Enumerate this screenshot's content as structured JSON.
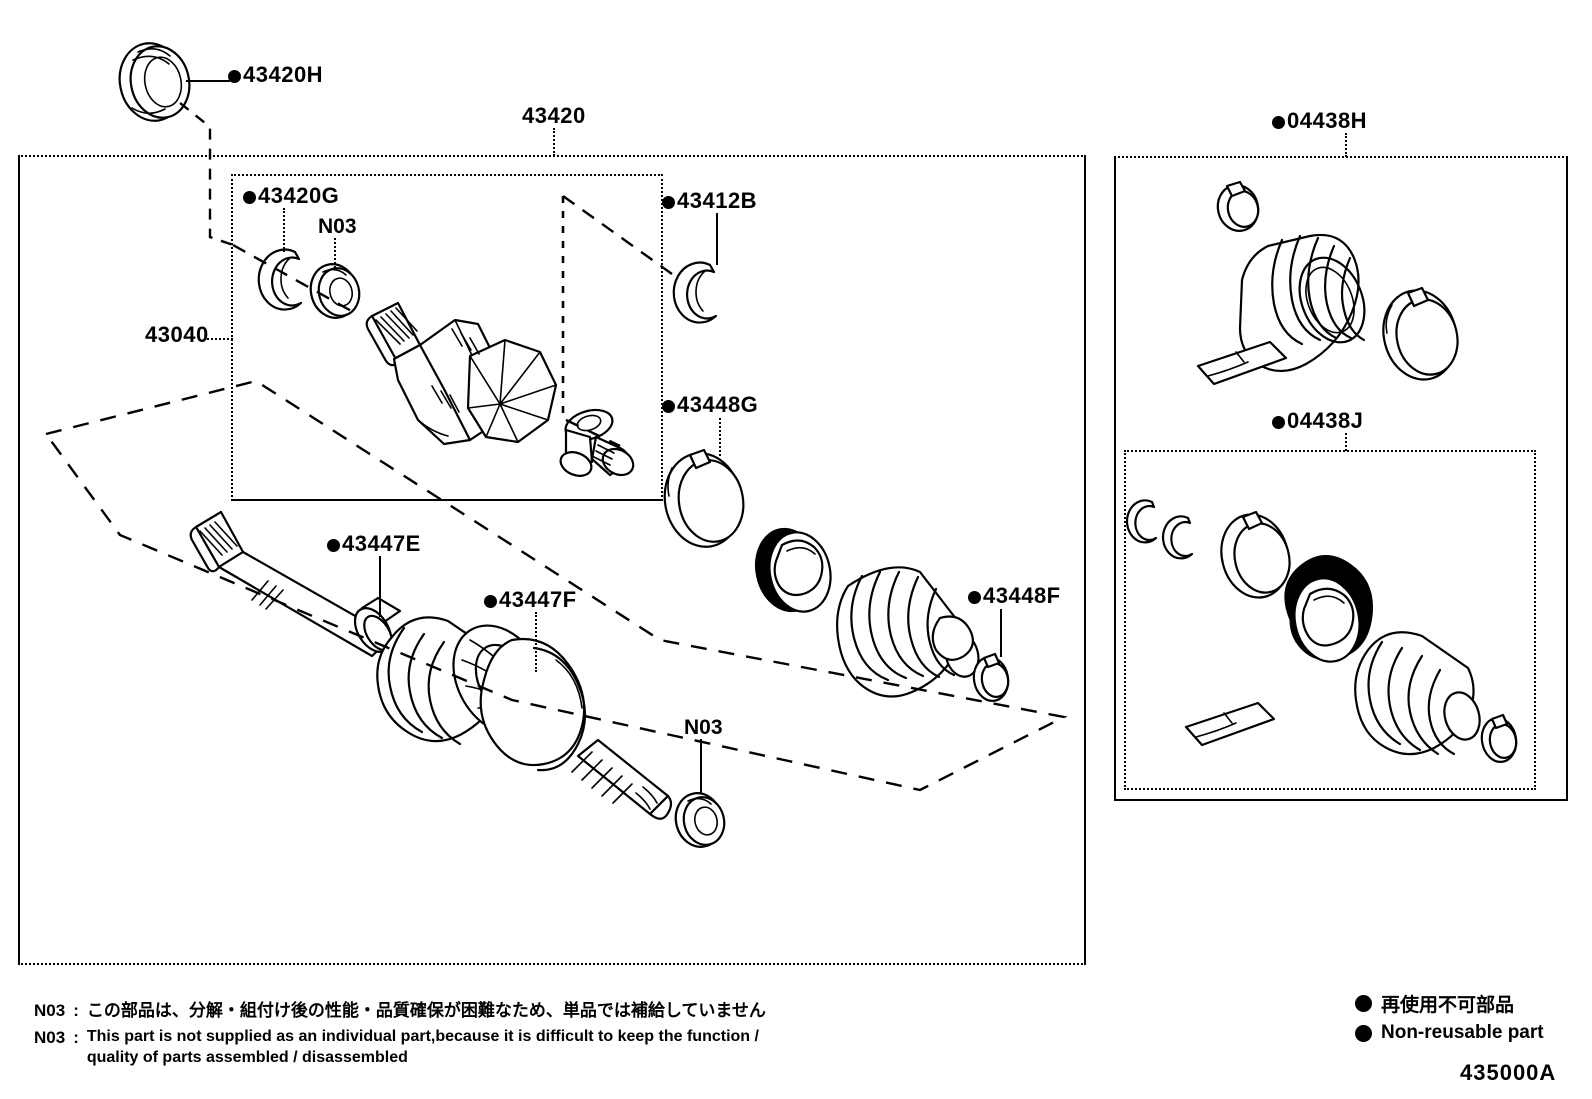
{
  "diagram": {
    "id_code": "435000A",
    "title_group": "43420",
    "sub_group": "43040"
  },
  "callouts": {
    "seal_outer": "43420H",
    "group_main": "43420",
    "subassembly": "43040",
    "snap_ring_inner": "43420G",
    "snap_ring_outer": "43412B",
    "clamp_inboard_large": "43448G",
    "clamp_outboard_small": "43448F",
    "clamp_shaft": "43447E",
    "boot_outboard": "43447F",
    "boot_kit_outboard": "04438H",
    "boot_kit_inboard": "04438J",
    "n03_tag": "N03"
  },
  "notes": {
    "tag": "N03",
    "colon": ":",
    "japanese": "この部品は、分解・組付け後の性能・品質確保が困難なため、単品では補給していません",
    "english_line1": "This part is not supplied as an individual part,because it is difficult to keep the function /",
    "english_line2": "quality of parts assembled / disassembled"
  },
  "legend": {
    "japanese": "再使用不可部品",
    "english": "Non-reusable part"
  },
  "colors": {
    "ink": "#000000",
    "paper": "#ffffff"
  }
}
